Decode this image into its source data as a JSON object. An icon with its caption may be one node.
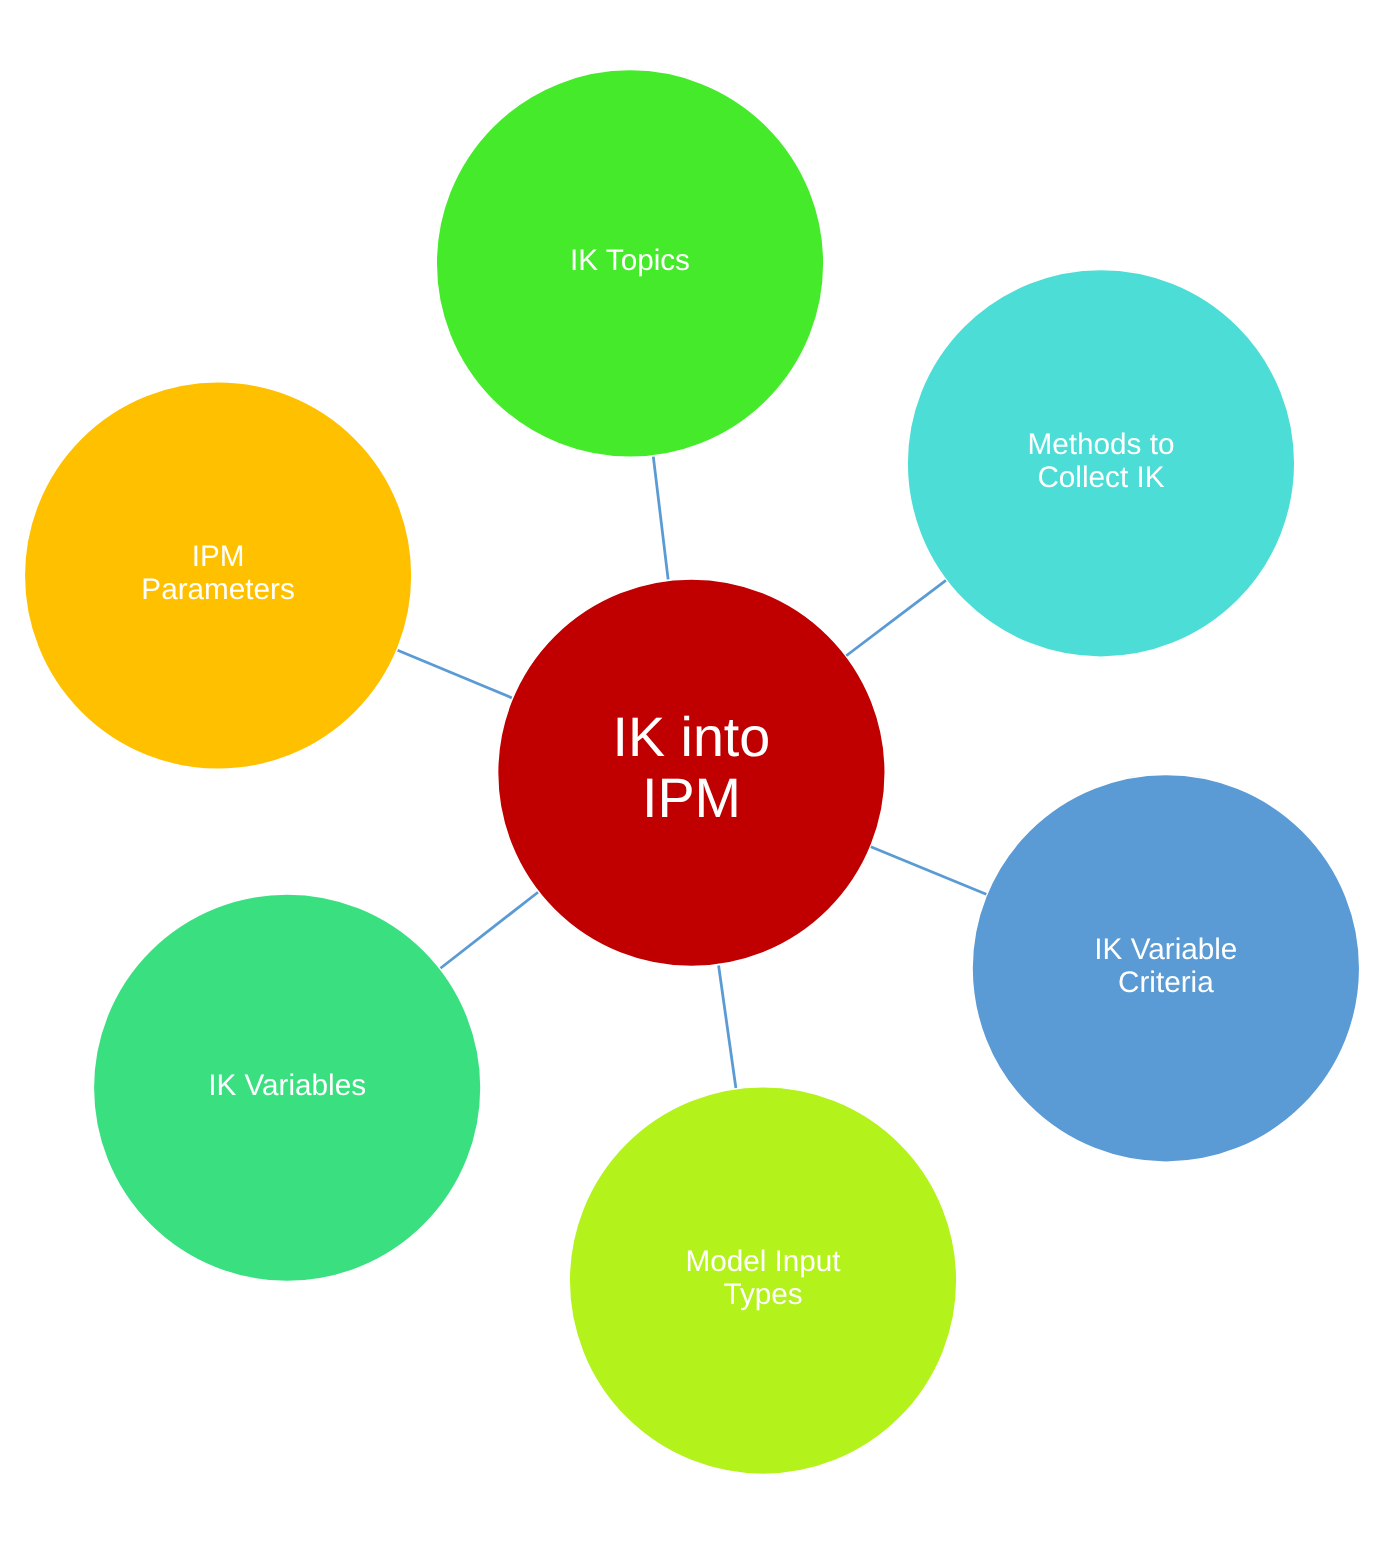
{
  "diagram": {
    "nodes": [
      {
        "text": [
          "IPM Parameters"
        ]
      },
      {
        "text": [
          "IK Variable Criteria"
        ]
      },
      {
        "text": [
          "Model Input Types"
        ]
      },
      {
        "text": [
          "IK into IPM"
        ]
      },
      {
        "text": [
          "Methods to Collect IK"
        ]
      },
      {
        "text": [
          "IK Topics"
        ]
      },
      {
        "text": [
          "IK Variables"
        ]
      }
    ],
    "edges": [
      {
        "from": 3,
        "to": 0,
        "arrow": "none"
      },
      {
        "from": 3,
        "to": 2,
        "arrow": "none"
      },
      {
        "from": 3,
        "to": 5,
        "arrow": "none"
      },
      {
        "from": 3,
        "to": 6,
        "arrow": "none"
      },
      {
        "from": 3,
        "to": 4,
        "arrow": "none"
      },
      {
        "from": 3,
        "to": 1,
        "arrow": "none"
      }
    ]
  }
}
